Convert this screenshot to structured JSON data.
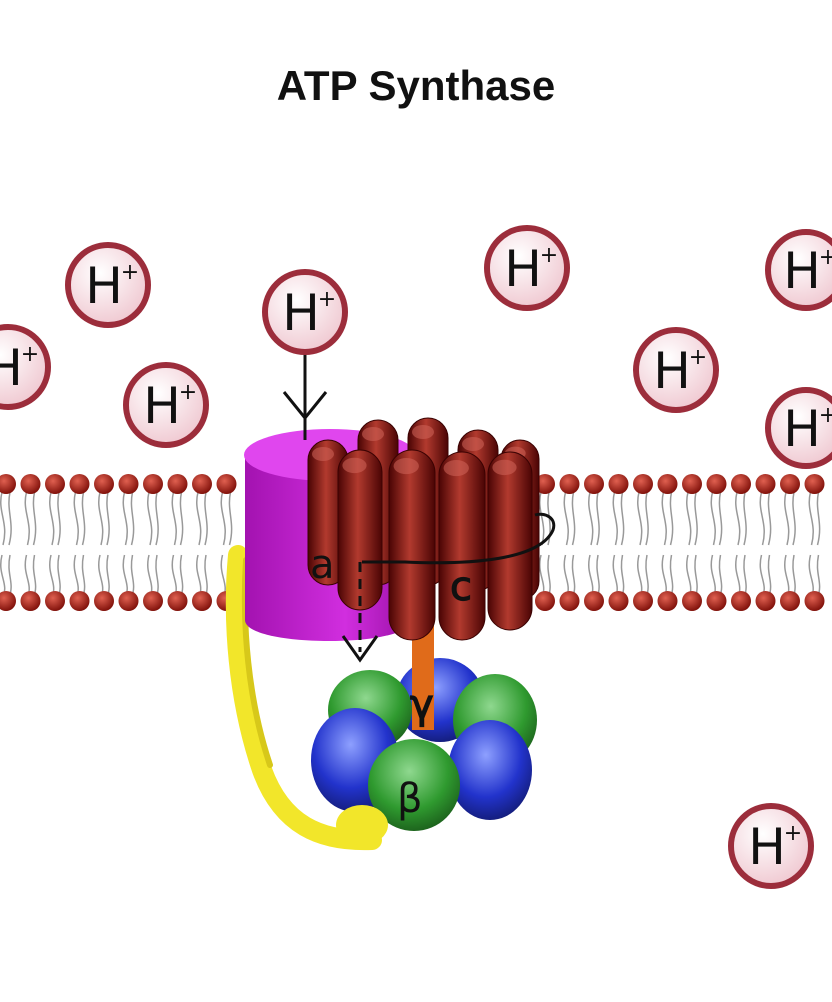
{
  "title": "ATP Synthase",
  "colors": {
    "subunit_a": "#c11fcf",
    "c_ring": "#7a1010",
    "stator": "#f2e62a",
    "alpha": "#2233cc",
    "beta": "#2f9a2f",
    "gamma": "#e06b1a",
    "lipid_head": "#a11a10",
    "proton_fill": "#f3d7dc",
    "proton_ring": "#9c2d3b"
  },
  "labels": {
    "subunit_a": "a",
    "c_ring": "c",
    "gamma": "γ",
    "beta": "β"
  },
  "proton": {
    "symbol": "H",
    "charge": "+"
  }
}
